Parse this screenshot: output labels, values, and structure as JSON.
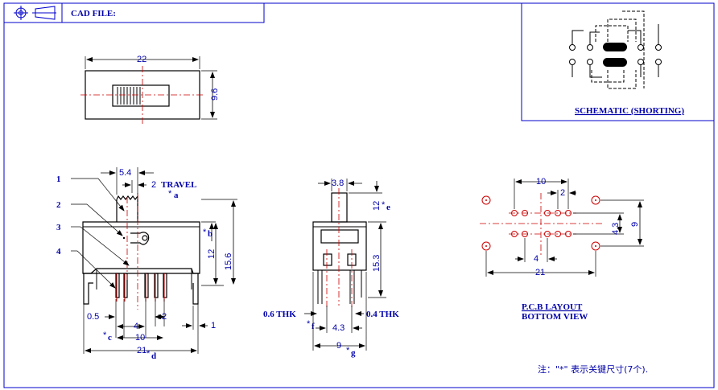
{
  "title_block": {
    "cad_file_label": "CAD FILE:"
  },
  "schematic": {
    "title": "SCHEMATIC (SHORTING)"
  },
  "top_view": {
    "width": "22",
    "height": "9.6"
  },
  "front_view": {
    "knob_width": "5.4",
    "travel_value": "2",
    "travel_label": "TRAVEL",
    "travel_key": "a",
    "callouts": [
      "1",
      "2",
      "3",
      "4"
    ],
    "dim_b": "b",
    "height_12": "12",
    "height_15_6": "15.6",
    "pin_width": "0.5",
    "pitch_4": "4",
    "pitch_2": "2",
    "end_1": "1",
    "span_10": "10",
    "key_c": "c",
    "total_21": "21",
    "key_d": "d"
  },
  "side_view": {
    "knob_width": "3.8",
    "knob_height": "12",
    "key_e": "e",
    "height_15_3": "15.3",
    "thk_left": "0.6 THK",
    "thk_right": "0.4 THK",
    "key_f": "f",
    "pitch_4_3": "4.3",
    "width_9": "9",
    "key_g": "g"
  },
  "pcb_layout": {
    "span_10": "10",
    "pitch_2": "2",
    "row_4_3": "4.3",
    "height_9": "9",
    "pitch_4": "4",
    "total_21": "21",
    "title_line1": "P.C.B LAYOUT",
    "title_line2": "BOTTOM VIEW"
  },
  "footer_note": "注：\"*\" 表示关键尺寸(7个)."
}
